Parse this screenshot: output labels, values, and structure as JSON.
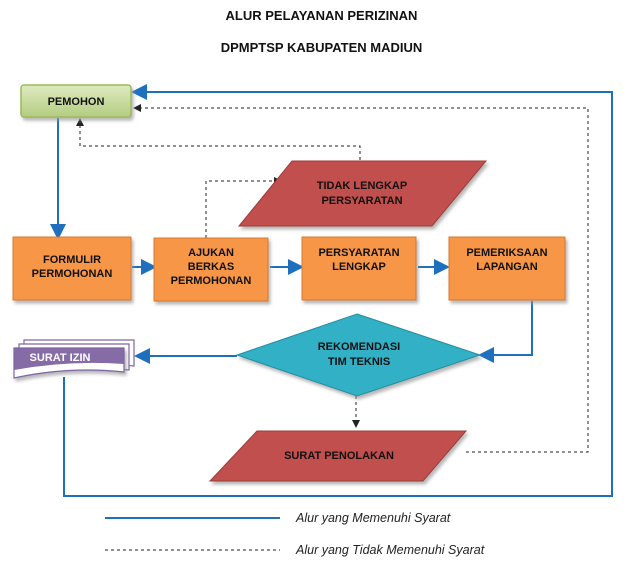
{
  "header": {
    "title": "ALUR PELAYANAN PERIZINAN",
    "subtitle": "DPMPTSP KABUPATEN MADIUN"
  },
  "nodes": {
    "pemohon": "PEMOHON",
    "tidak_lengkap": [
      "TIDAK LENGKAP",
      "PERSYARATAN"
    ],
    "formulir": [
      "FORMULIR",
      "PERMOHONAN"
    ],
    "ajukan": [
      "AJUKAN",
      "BERKAS",
      "PERMOHONAN"
    ],
    "persyaratan": [
      "PERSYARATAN",
      "LENGKAP"
    ],
    "pemeriksaan": [
      "PEMERIKSAAN",
      "LAPANGAN"
    ],
    "rekomendasi": [
      "REKOMENDASI",
      "TIM TEKNIS"
    ],
    "surat_izin": "SURAT IZIN",
    "surat_penolakan": "SURAT PENOLAKAN"
  },
  "legend": {
    "solid": "Alur yang Memenuhi Syarat",
    "dashed": "Alur yang Tidak Memenuhi Syarat"
  },
  "colors": {
    "solid_line": "#1f6fbf",
    "dashed_line": "#222222",
    "orange": "#f79646",
    "red": "#c0504d",
    "teal": "#31b0c6",
    "green": "#c3d69b",
    "purple": "#8064a2"
  }
}
